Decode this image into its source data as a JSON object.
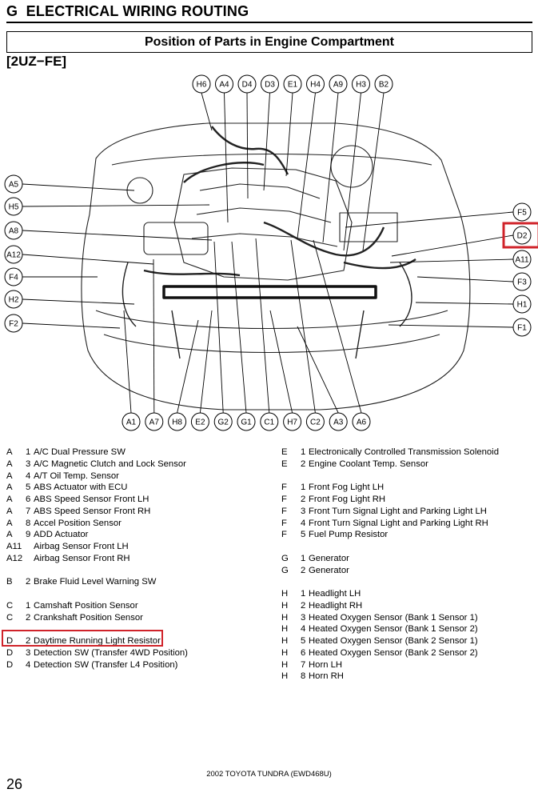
{
  "header": {
    "section": "G",
    "title": "ELECTRICAL WIRING ROUTING"
  },
  "subtitle": "Position of Parts in Engine Compartment",
  "engine_code": "[2UZ−FE]",
  "callouts": {
    "top": [
      "H6",
      "A4",
      "D4",
      "D3",
      "E1",
      "H4",
      "A9",
      "H3",
      "B2"
    ],
    "left": [
      "A5",
      "H5",
      "A8",
      "A12",
      "F4",
      "H2",
      "F2"
    ],
    "right": [
      "F5",
      "D2",
      "A11",
      "F3",
      "H1",
      "F1"
    ],
    "bottom": [
      "A1",
      "A7",
      "H8",
      "E2",
      "G2",
      "G1",
      "C1",
      "H7",
      "C2",
      "A3",
      "A6"
    ]
  },
  "highlighted_callout": "D2",
  "highlight_color": "#d0232a",
  "legend_left": [
    {
      "code": "A",
      "num": "1",
      "label": "A/C Dual Pressure SW"
    },
    {
      "code": "A",
      "num": "3",
      "label": "A/C Magnetic Clutch and Lock Sensor"
    },
    {
      "code": "A",
      "num": "4",
      "label": "A/T Oil Temp. Sensor"
    },
    {
      "code": "A",
      "num": "5",
      "label": "ABS Actuator with ECU"
    },
    {
      "code": "A",
      "num": "6",
      "label": "ABS Speed Sensor Front LH"
    },
    {
      "code": "A",
      "num": "7",
      "label": "ABS Speed Sensor Front RH"
    },
    {
      "code": "A",
      "num": "8",
      "label": "Accel Position Sensor"
    },
    {
      "code": "A",
      "num": "9",
      "label": "ADD Actuator"
    },
    {
      "code": "A11",
      "num": "",
      "label": "Airbag Sensor Front LH"
    },
    {
      "code": "A12",
      "num": "",
      "label": "Airbag Sensor Front RH"
    },
    {
      "gap": true
    },
    {
      "code": "B",
      "num": "2",
      "label": "Brake Fluid Level Warning SW"
    },
    {
      "gap": true
    },
    {
      "code": "C",
      "num": "1",
      "label": "Camshaft Position Sensor"
    },
    {
      "code": "C",
      "num": "2",
      "label": "Crankshaft Position Sensor"
    },
    {
      "gap": true
    },
    {
      "code": "D",
      "num": "2",
      "label": "Daytime Running Light Resistor"
    },
    {
      "code": "D",
      "num": "3",
      "label": "Detection SW (Transfer 4WD Position)"
    },
    {
      "code": "D",
      "num": "4",
      "label": "Detection SW (Transfer L4 Position)"
    }
  ],
  "legend_right": [
    {
      "code": "E",
      "num": "1",
      "label": "Electronically Controlled Transmission Solenoid"
    },
    {
      "code": "E",
      "num": "2",
      "label": "Engine Coolant Temp. Sensor"
    },
    {
      "gap": true
    },
    {
      "code": "F",
      "num": "1",
      "label": "Front Fog Light LH"
    },
    {
      "code": "F",
      "num": "2",
      "label": "Front Fog Light RH"
    },
    {
      "code": "F",
      "num": "3",
      "label": "Front Turn Signal Light and Parking Light LH"
    },
    {
      "code": "F",
      "num": "4",
      "label": "Front Turn Signal Light and Parking Light RH"
    },
    {
      "code": "F",
      "num": "5",
      "label": "Fuel Pump Resistor"
    },
    {
      "gap": true
    },
    {
      "code": "G",
      "num": "1",
      "label": "Generator"
    },
    {
      "code": "G",
      "num": "2",
      "label": "Generator"
    },
    {
      "gap": true
    },
    {
      "code": "H",
      "num": "1",
      "label": "Headlight LH"
    },
    {
      "code": "H",
      "num": "2",
      "label": "Headlight RH"
    },
    {
      "code": "H",
      "num": "3",
      "label": "Heated Oxygen Sensor (Bank 1 Sensor 1)"
    },
    {
      "code": "H",
      "num": "4",
      "label": "Heated Oxygen Sensor (Bank 1 Sensor 2)"
    },
    {
      "code": "H",
      "num": "5",
      "label": "Heated Oxygen Sensor (Bank 2 Sensor 1)"
    },
    {
      "code": "H",
      "num": "6",
      "label": "Heated Oxygen Sensor (Bank 2 Sensor 2)"
    },
    {
      "code": "H",
      "num": "7",
      "label": "Horn LH"
    },
    {
      "code": "H",
      "num": "8",
      "label": "Horn RH"
    }
  ],
  "page_number": "26",
  "footer": "2002 TOYOTA TUNDRA (EWD468U)"
}
